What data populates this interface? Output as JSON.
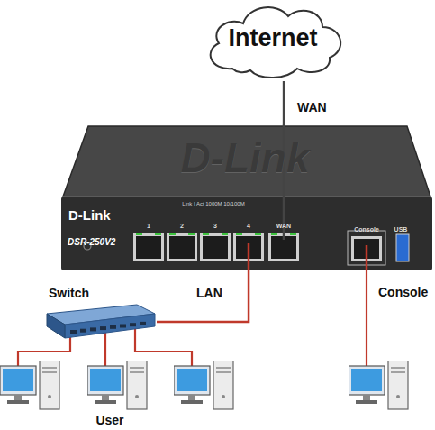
{
  "diagram": {
    "nodes": [
      {
        "text": [
          "Internet"
        ]
      },
      {
        "text": [
          "D-Link",
          "DSR-250V2"
        ]
      },
      {
        "text": [
          "Switch"
        ]
      }
    ],
    "edges": [
      {
        "from": 0,
        "to": 1,
        "label": "WAN",
        "arrow": "none"
      },
      {
        "from": 1,
        "to": 2,
        "label": "LAN",
        "arrow": "none"
      }
    ],
    "labels": [
      "D-Link",
      "Link | Act 1000M 10/100M",
      "1",
      "2",
      "3",
      "4",
      "WAN",
      "Console",
      "USB",
      "Console",
      "User"
    ]
  }
}
